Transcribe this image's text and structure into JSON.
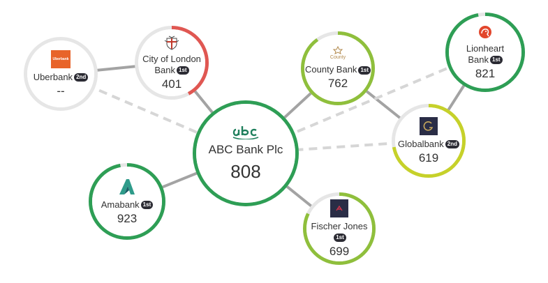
{
  "nodes": [
    {
      "id": "abc",
      "name": "ABC Bank Plc",
      "rank": "",
      "score": "808",
      "icon": "abc-logo-icon",
      "ring": "#2e9e55",
      "fraction": 1.0
    },
    {
      "id": "uberbank",
      "name": "Uberbank",
      "rank": "2nd",
      "score": "--",
      "icon": "uberbank-logo-icon",
      "logo_text": "Uberbank",
      "ring": "#d8d8d8",
      "fraction": 0
    },
    {
      "id": "london",
      "name": "City of London Bank",
      "rank": "1st",
      "score": "401",
      "icon": "london-crest-icon",
      "ring": "#e05752",
      "fraction": 0.42
    },
    {
      "id": "county",
      "name": "County Bank",
      "rank": "1st",
      "score": "762",
      "icon": "county-logo-icon",
      "logo_text": "County",
      "ring": "#8fbf3c",
      "fraction": 0.9
    },
    {
      "id": "lionheart",
      "name": "Lionheart Bank",
      "rank": "1st",
      "score": "821",
      "icon": "lionheart-logo-icon",
      "ring": "#2e9e55",
      "fraction": 0.97
    },
    {
      "id": "globalbank",
      "name": "Globalbank",
      "rank": "2nd",
      "score": "619",
      "icon": "globalbank-logo-icon",
      "ring": "#c6d12a",
      "fraction": 0.72
    },
    {
      "id": "amabank",
      "name": "Amabank",
      "rank": "1st",
      "score": "923",
      "icon": "amabank-logo-icon",
      "ring": "#2e9e55",
      "fraction": 0.97
    },
    {
      "id": "fischer",
      "name": "Fischer Jones",
      "rank": "1st",
      "score": "699",
      "icon": "fischer-logo-icon",
      "ring": "#8fbf3c",
      "fraction": 0.82
    }
  ],
  "edges": [
    {
      "from": "uberbank",
      "to": "london",
      "style": "solid"
    },
    {
      "from": "uberbank",
      "to": "abc",
      "style": "dashed"
    },
    {
      "from": "london",
      "to": "abc",
      "style": "solid"
    },
    {
      "from": "county",
      "to": "abc",
      "style": "solid"
    },
    {
      "from": "county",
      "to": "globalbank",
      "style": "solid"
    },
    {
      "from": "lionheart",
      "to": "abc",
      "style": "dashed"
    },
    {
      "from": "lionheart",
      "to": "globalbank",
      "style": "solid"
    },
    {
      "from": "globalbank",
      "to": "abc",
      "style": "dashed"
    },
    {
      "from": "amabank",
      "to": "abc",
      "style": "solid"
    },
    {
      "from": "fischer",
      "to": "abc",
      "style": "solid"
    }
  ]
}
